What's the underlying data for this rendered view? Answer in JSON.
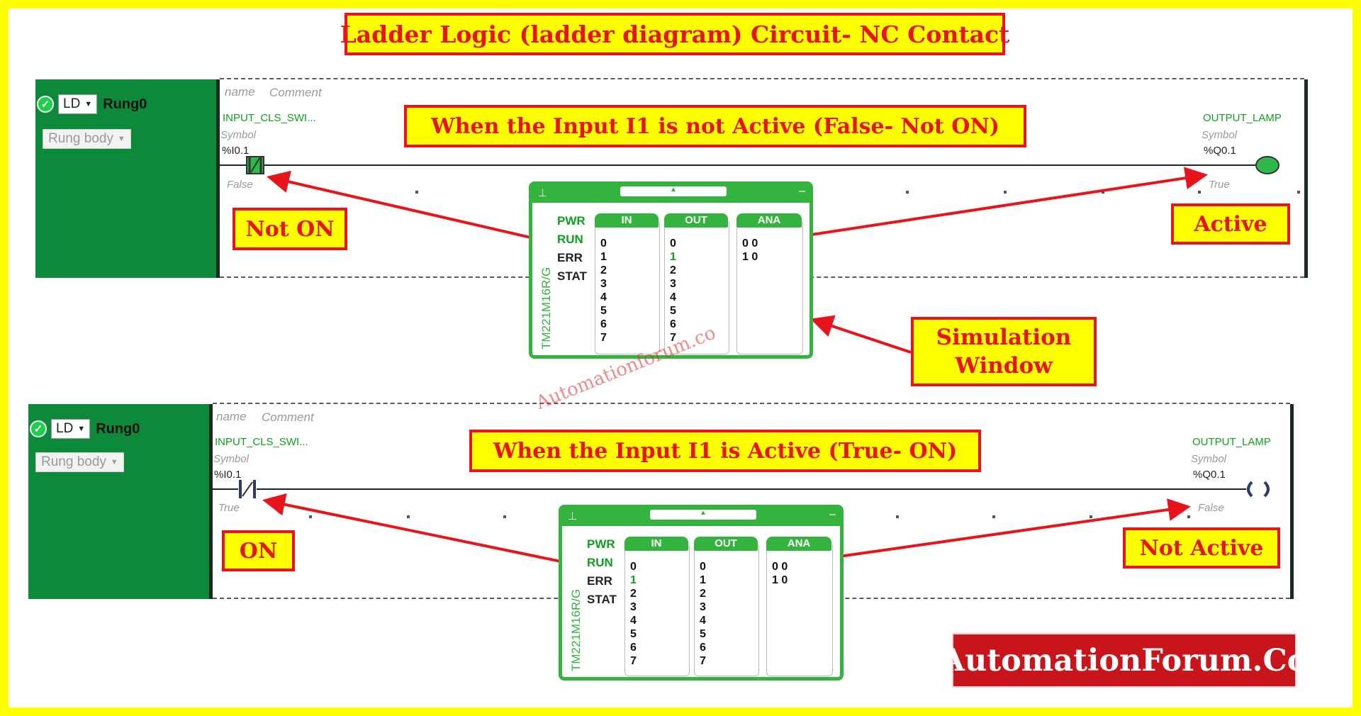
{
  "title": "Ladder Logic (ladder diagram) Circuit- NC Contact",
  "rungs": [
    {
      "ld_label": "LD",
      "rung_name": "Rung0",
      "rung_body": "Rung body",
      "name_label": "name",
      "comment_label": "Comment",
      "input_symbol": "INPUT_CLS_SWI...",
      "symbol_label": "Symbol",
      "input_address": "%I0.1",
      "input_state": "False",
      "output_symbol": "OUTPUT_LAMP",
      "output_address": "%Q0.1",
      "output_state": "True",
      "banner": "When the Input I1 is not Active (False- Not ON)",
      "input_callout": "Not ON",
      "output_callout": "Active"
    },
    {
      "ld_label": "LD",
      "rung_name": "Rung0",
      "rung_body": "Rung body",
      "name_label": "name",
      "comment_label": "Comment",
      "input_symbol": "INPUT_CLS_SWI...",
      "symbol_label": "Symbol",
      "input_address": "%I0.1",
      "input_state": "True",
      "output_symbol": "OUTPUT_LAMP",
      "output_address": "%Q0.1",
      "output_state": "False",
      "banner": "When the Input I1 is Active (True- ON)",
      "input_callout": "ON",
      "output_callout": "Not Active"
    }
  ],
  "simulator": {
    "model": "TM221M16R/G",
    "status_labels": [
      "PWR",
      "RUN",
      "ERR",
      "STAT"
    ],
    "headers": [
      "IN",
      "OUT",
      "ANA"
    ],
    "io_numbers": [
      "0",
      "1",
      "2",
      "3",
      "4",
      "5",
      "6",
      "7"
    ],
    "ana_rows": [
      "0 0",
      "1 0"
    ]
  },
  "simulation_callout": [
    "Simulation",
    "Window"
  ],
  "watermark": "Automationforum.co",
  "logo": "AutomationForum.Co",
  "colors": {
    "background": "#ffff00",
    "callout_red": "#e8141b",
    "rung_green": "#0c8a3a",
    "sim_green": "#35b33f",
    "active_led": "#10a020",
    "logo_red": "#c8141b"
  }
}
